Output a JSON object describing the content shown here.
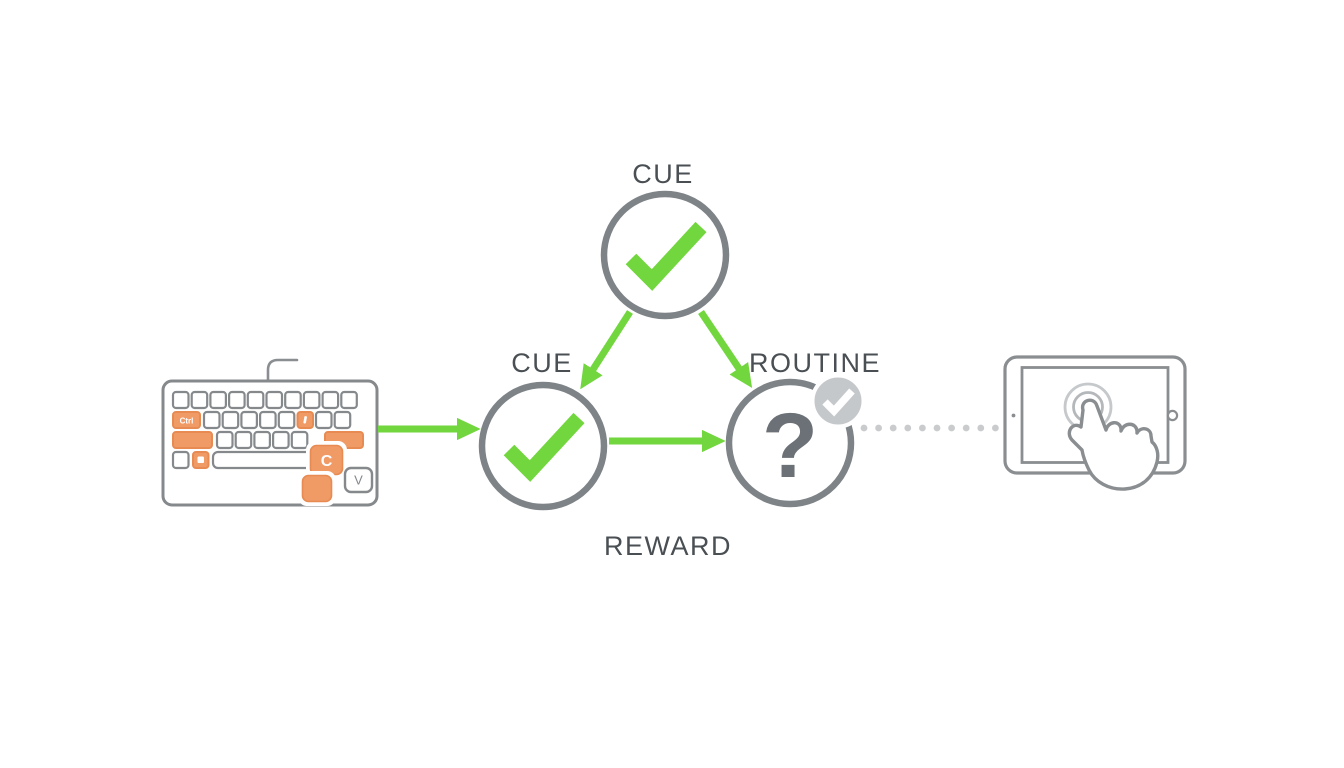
{
  "labels": {
    "cue_top": "CUE",
    "cue_left": "CUE",
    "routine": "ROUTINE",
    "reward": "REWARD"
  },
  "nodes": {
    "cue_top": {
      "icon": "checkmark-icon"
    },
    "cue_left": {
      "icon": "checkmark-icon"
    },
    "routine": {
      "symbol": "?",
      "icon": "question-mark-icon",
      "badge_icon": "checkmark-badge-icon"
    }
  },
  "keyboard": {
    "keys": {
      "ctrl": "Ctrl",
      "copy": "C",
      "paste": "V"
    }
  },
  "colors": {
    "accent_green": "#72d63e",
    "highlight_orange": "#f09a66",
    "circle_stroke_gray": "#7e8387",
    "outline_gray": "#8a8e91",
    "label_text_gray": "#4a4f53",
    "question_gray": "#6b7176",
    "badge_gray": "#c5c8ca",
    "dot_gray": "#c9cbcd"
  }
}
